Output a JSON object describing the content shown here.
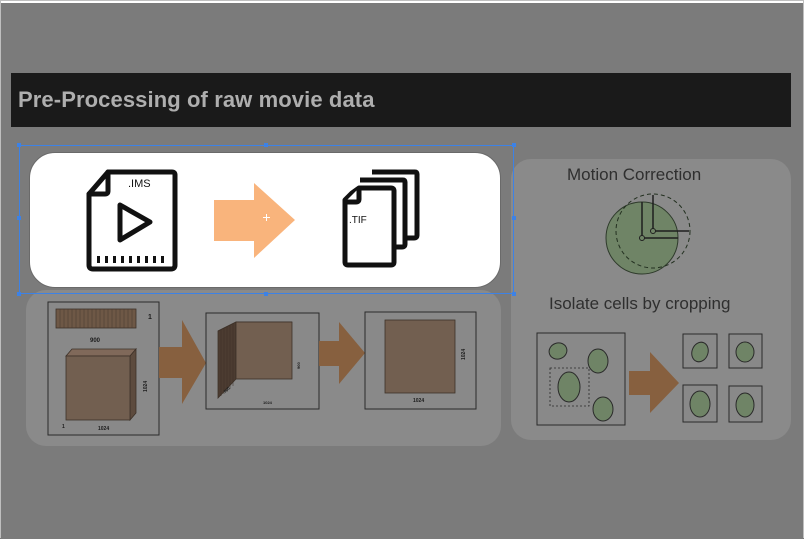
{
  "slide": {
    "title": "Pre-Processing of raw movie data"
  },
  "convert_card": {
    "source_ext": ".IMS",
    "target_ext": ".TIF"
  },
  "stack_diagram": {
    "strip_index": "1",
    "strip_label": "900",
    "cube_side": "1024",
    "cube_depth": "1",
    "cube_front": "1024",
    "stack_side": "900",
    "stack_depth": "900",
    "stack_front": "1024",
    "proj_side": "1024",
    "proj_front": "1024"
  },
  "right_panel": {
    "motion_correction": "Motion Correction",
    "isolate_cells": "Isolate cells by cropping"
  },
  "colors": {
    "background": "#7b7b7b",
    "title_bar": "#1a1a1a",
    "selection": "#3d82e6",
    "arrow_orange": "#f9b47c",
    "arrow_brown": "#87603f",
    "cube_brown": "#725f50",
    "cell_green": "#6f8466"
  },
  "icons": {
    "source": "video-file-icon",
    "target": "stacked-files-icon"
  }
}
